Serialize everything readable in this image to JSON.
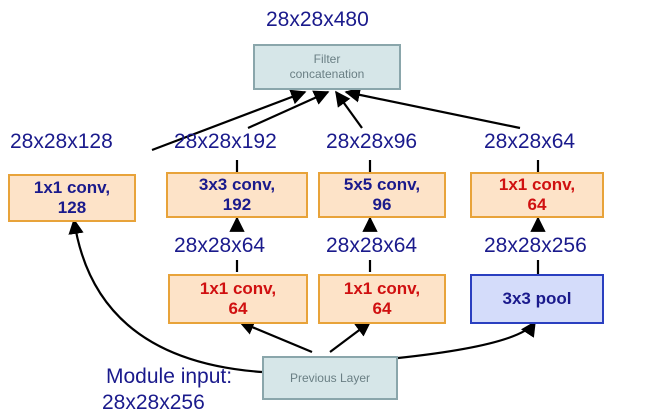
{
  "output_dim": "28x28x480",
  "concat_label": "Filter\nconcatenation",
  "previous_layer_label": "Previous Layer",
  "module_input": {
    "title": "Module input:",
    "dim": "28x28x256"
  },
  "branches": {
    "b1": {
      "top_dim": "28x28x128",
      "conv": "1x1 conv,\n128"
    },
    "b2": {
      "top_dim": "28x28x192",
      "conv": "3x3 conv,\n192",
      "mid_dim": "28x28x64",
      "reduce": "1x1 conv,\n64"
    },
    "b3": {
      "top_dim": "28x28x96",
      "conv": "5x5 conv,\n96",
      "mid_dim": "28x28x64",
      "reduce": "1x1 conv,\n64"
    },
    "b4": {
      "top_dim": "28x28x64",
      "conv": "1x1 conv,\n64",
      "mid_dim": "28x28x256",
      "pool": "3x3 pool"
    }
  },
  "colors": {
    "dimension_text": "#1a1a8c",
    "red_text": "#d01010",
    "conv_fill": "#fde3c8",
    "conv_border": "#e8a33a",
    "pool_fill": "#d4dcfa",
    "pool_border": "#2a3fc0",
    "gray_fill": "#d6e6e8",
    "gray_border": "#8aa6ab"
  }
}
